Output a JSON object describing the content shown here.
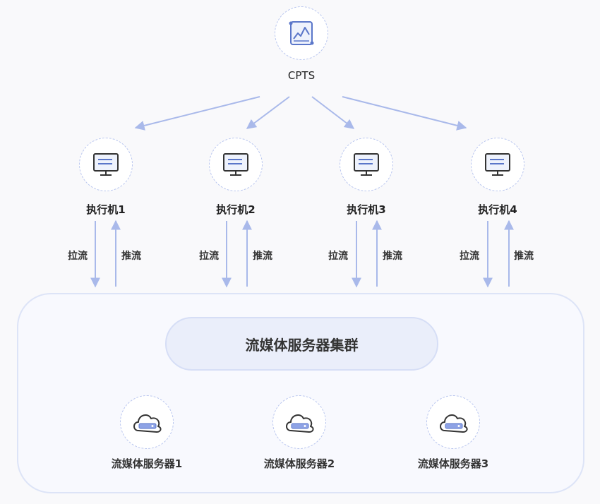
{
  "top_node": {
    "label": "CPTS",
    "icon": "chart-document-icon"
  },
  "executors": [
    {
      "label": "执行机1",
      "icon": "monitor-icon",
      "pull_label": "拉流",
      "push_label": "推流"
    },
    {
      "label": "执行机2",
      "icon": "monitor-icon",
      "pull_label": "拉流",
      "push_label": "推流"
    },
    {
      "label": "执行机3",
      "icon": "monitor-icon",
      "pull_label": "拉流",
      "push_label": "推流"
    },
    {
      "label": "执行机4",
      "icon": "monitor-icon",
      "pull_label": "拉流",
      "push_label": "推流"
    }
  ],
  "cluster": {
    "title": "流媒体服务器集群",
    "servers": [
      {
        "label": "流媒体服务器1",
        "icon": "cloud-server-icon"
      },
      {
        "label": "流媒体服务器2",
        "icon": "cloud-server-icon"
      },
      {
        "label": "流媒体服务器3",
        "icon": "cloud-server-icon"
      }
    ]
  },
  "colors": {
    "accent": "#5a76c9",
    "arrow": "#a9b9ea",
    "ring": "#b9c6ef"
  }
}
